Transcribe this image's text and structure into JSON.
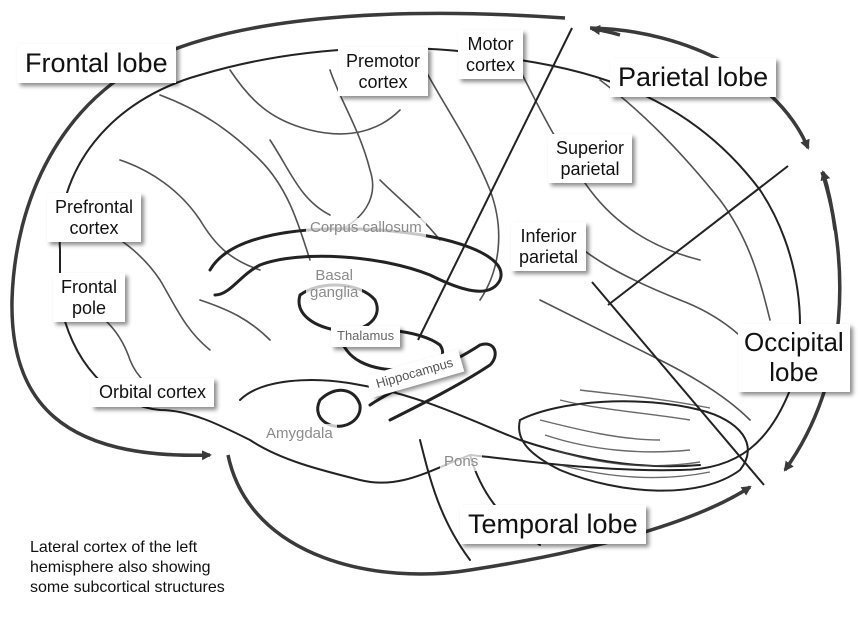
{
  "labels": {
    "frontal_lobe": "Frontal lobe",
    "premotor_cortex": "Premotor\ncortex",
    "motor_cortex": "Motor\ncortex",
    "parietal_lobe": "Parietal lobe",
    "superior_parietal": "Superior\nparietal",
    "prefrontal_cortex": "Prefrontal\ncortex",
    "corpus_callosum": "Corpus callosum",
    "inferior_parietal": "Inferior\nparietal",
    "frontal_pole": "Frontal\npole",
    "basal_ganglia": "Basal\nganglia",
    "thalamus": "Thalamus",
    "occipital_lobe": "Occipital\nlobe",
    "orbital_cortex": "Orbital cortex",
    "hippocampus": "Hippocampus",
    "amygdala": "Amygdala",
    "pons": "Pons",
    "temporal_lobe": "Temporal lobe"
  },
  "caption": "Lateral cortex of the left\nhemisphere also showing\nsome subcortical structures",
  "colors": {
    "ink": "#222222",
    "arrow": "#3a3a3a",
    "faint_text": "#8a8a8a"
  }
}
